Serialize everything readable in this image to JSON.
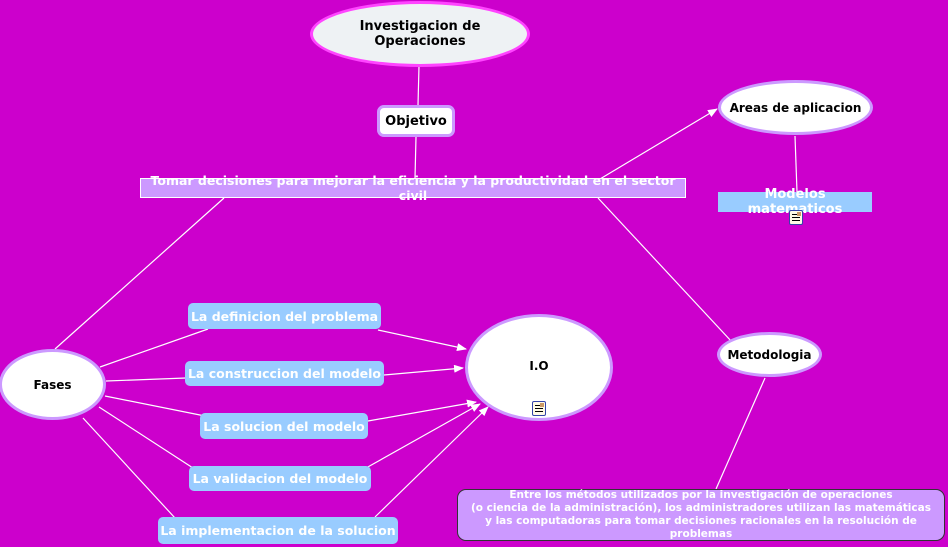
{
  "nodes": {
    "main": "Investigacion de Operaciones",
    "objetivo": "Objetivo",
    "tomar": "Tomar decisiones para mejorar la eficiencia y la productividad en el sector civil",
    "areas": "Areas de aplicacion",
    "modelos": "Modelos matematicos",
    "metodologia": "Metodologia",
    "entre": [
      "Entre los métodos utilizados por la investigación de operaciones",
      "(o ciencia de la administración), los administradores utilizan las matemáticas",
      "y las computadoras para tomar decisiones racionales en la resolución de problemas"
    ],
    "fases": "Fases",
    "io": "I.O",
    "phases": [
      "La definicion del problema",
      "La construccion del modelo",
      "La solucion del modelo",
      "La validacion del modelo",
      "La implementacion de la solucion"
    ]
  },
  "icons": {
    "attachment": "document-icon"
  },
  "colors": {
    "background": "#cc00cc",
    "phase_fill": "#99ccff",
    "lavender": "#cc99ff"
  }
}
